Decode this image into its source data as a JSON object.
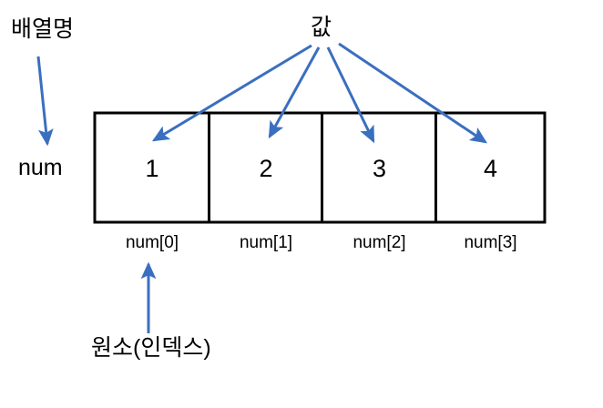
{
  "diagram": {
    "title_label": "배열명",
    "array_name": "num",
    "values_label": "값",
    "element_label": "원소(인덱스)",
    "accent_color": "#3A6FBF",
    "line_color": "#000000",
    "background": "#ffffff",
    "cells": [
      {
        "value": "1",
        "index_label": "num[0]"
      },
      {
        "value": "2",
        "index_label": "num[1]"
      },
      {
        "value": "3",
        "index_label": "num[2]"
      },
      {
        "value": "4",
        "index_label": "num[3]"
      }
    ]
  }
}
